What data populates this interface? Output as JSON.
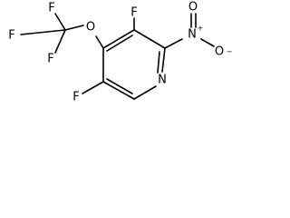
{
  "structure": {
    "atoms": {
      "f_ring_top": "F",
      "f_cf3_left": "F",
      "f_cf3_top": "F",
      "f_cf3_bottom": "F",
      "f_ring_bottom": "F",
      "o_ether": "O",
      "n_nitro": "N",
      "n_nitro_charge": "+",
      "o_nitro_double": "O",
      "o_nitro_single": "O",
      "o_nitro_charge": "−",
      "n_ring": "N"
    }
  }
}
